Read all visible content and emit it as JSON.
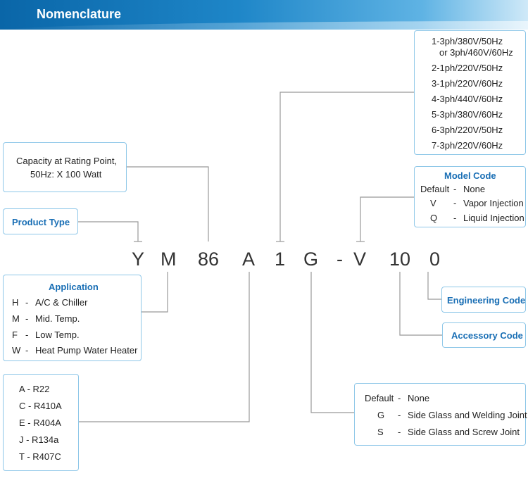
{
  "header": {
    "title": "Nomenclature"
  },
  "code": [
    "Y",
    "M",
    "86",
    "A",
    "1",
    "G",
    "-",
    "V",
    "10",
    "0"
  ],
  "capacity": {
    "line1": "Capacity at Rating Point,",
    "line2": "50Hz: X 100 Watt"
  },
  "product_type": {
    "title": "Product Type"
  },
  "application": {
    "title": "Application",
    "items": [
      {
        "code": "H",
        "dash": "-",
        "desc": "A/C & Chiller"
      },
      {
        "code": "M",
        "dash": "-",
        "desc": "Mid. Temp."
      },
      {
        "code": "F",
        "dash": "-",
        "desc": "Low Temp."
      },
      {
        "code": "W",
        "dash": "-",
        "desc": "Heat Pump Water Heater"
      }
    ]
  },
  "refrigerant": {
    "items": [
      "A - R22",
      "C - R410A",
      "E - R404A",
      "J - R134a",
      "T - R407C"
    ]
  },
  "voltage": {
    "items": [
      "1-3ph/380V/50Hz",
      "or 3ph/460V/60Hz",
      "2-1ph/220V/50Hz",
      "3-1ph/220V/60Hz",
      "4-3ph/440V/60Hz",
      "5-3ph/380V/60Hz",
      "6-3ph/220V/50Hz",
      "7-3ph/220V/60Hz"
    ]
  },
  "model_code": {
    "title": "Model Code",
    "items": [
      {
        "code": "Default",
        "dash": "-",
        "desc": "None"
      },
      {
        "code": "V",
        "dash": "-",
        "desc": "Vapor Injection"
      },
      {
        "code": "Q",
        "dash": "-",
        "desc": "Liquid Injection"
      }
    ]
  },
  "engineering_code": {
    "title": "Engineering Code"
  },
  "accessory_code": {
    "title": "Accessory Code"
  },
  "fitting": {
    "items": [
      {
        "code": "Default",
        "dash": "-",
        "desc": "None"
      },
      {
        "code": "G",
        "dash": "-",
        "desc": "Side Glass and Welding Joint"
      },
      {
        "code": "S",
        "dash": "-",
        "desc": "Side Glass and Screw Joint"
      }
    ]
  }
}
